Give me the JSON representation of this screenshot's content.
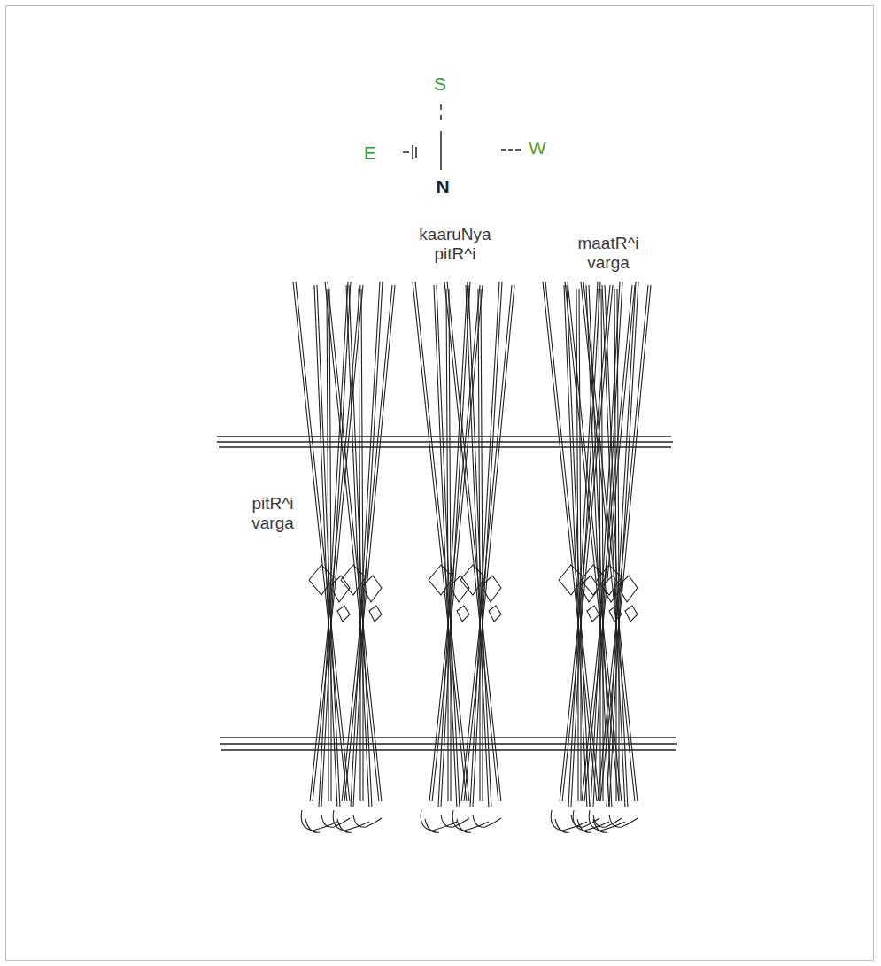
{
  "diagram": {
    "labels": [
      "S",
      "E",
      "W",
      "N",
      "kaaruNya pitR^i",
      "maatR^i varga",
      "pitR^i varga"
    ]
  }
}
